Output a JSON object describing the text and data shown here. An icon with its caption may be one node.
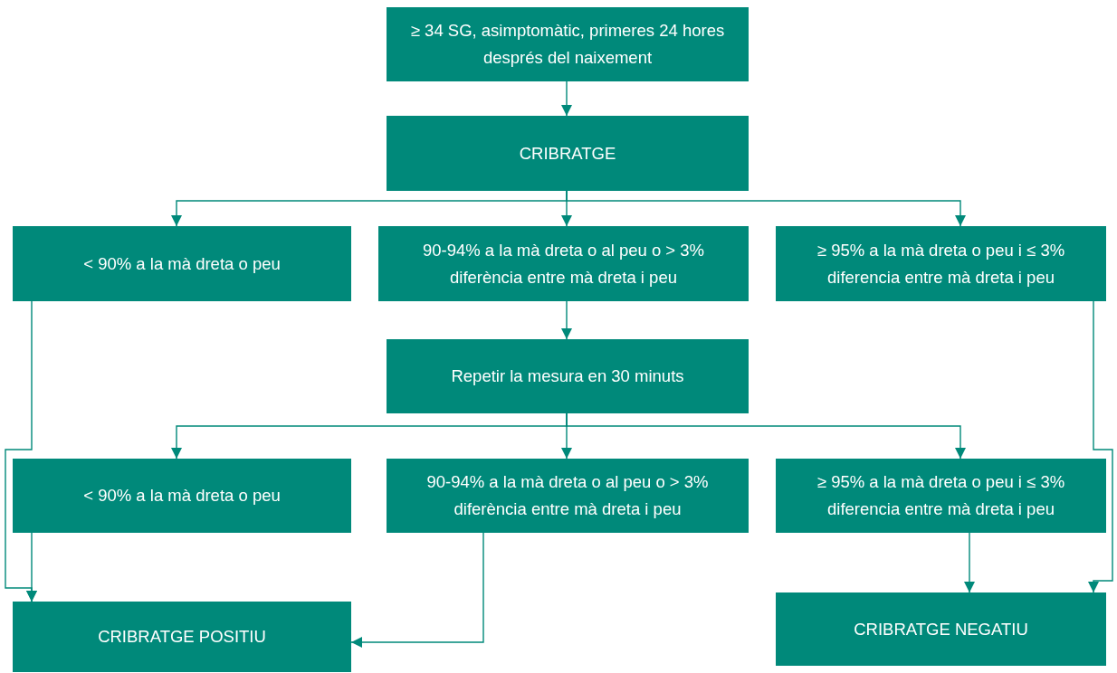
{
  "diagram": {
    "nodes": [
      {
        "text": [
          "≥ 34 SG, asimptomàtic, primeres 24 hores després del naixement"
        ]
      },
      {
        "text": [
          "CRIBRATGE"
        ]
      },
      {
        "text": [
          "< 90% a la mà dreta o peu"
        ]
      },
      {
        "text": [
          "90-94% a la mà dreta o al peu o > 3% diferència entre mà dreta i peu"
        ]
      },
      {
        "text": [
          "≥ 95% a la mà dreta o peu i ≤ 3% diferencia entre mà dreta i peu"
        ]
      },
      {
        "text": [
          "Repetir la mesura en 30 minuts"
        ]
      },
      {
        "text": [
          "< 90% a la mà dreta o peu"
        ]
      },
      {
        "text": [
          "90-94% a la mà dreta o al peu o > 3% diferència entre mà dreta i peu"
        ]
      },
      {
        "text": [
          "≥ 95% a la mà dreta o peu i ≤ 3% diferencia entre mà dreta i peu"
        ]
      },
      {
        "text": [
          "CRIBRATGE POSITIU"
        ]
      },
      {
        "text": [
          "CRIBRATGE NEGATIU"
        ]
      }
    ],
    "edges": [
      {
        "from": 0,
        "to": 1,
        "arrow": "to"
      },
      {
        "from": 1,
        "to": 2,
        "arrow": "to"
      },
      {
        "from": 1,
        "to": 3,
        "arrow": "to"
      },
      {
        "from": 1,
        "to": 4,
        "arrow": "to"
      },
      {
        "from": 2,
        "to": 9,
        "arrow": "to"
      },
      {
        "from": 3,
        "to": 5,
        "arrow": "to"
      },
      {
        "from": 4,
        "to": 10,
        "arrow": "to"
      },
      {
        "from": 5,
        "to": 6,
        "arrow": "to"
      },
      {
        "from": 5,
        "to": 7,
        "arrow": "to"
      },
      {
        "from": 5,
        "to": 8,
        "arrow": "to"
      },
      {
        "from": 6,
        "to": 9,
        "arrow": "to"
      },
      {
        "from": 7,
        "to": 9,
        "arrow": "to"
      },
      {
        "from": 8,
        "to": 10,
        "arrow": "to"
      }
    ]
  }
}
